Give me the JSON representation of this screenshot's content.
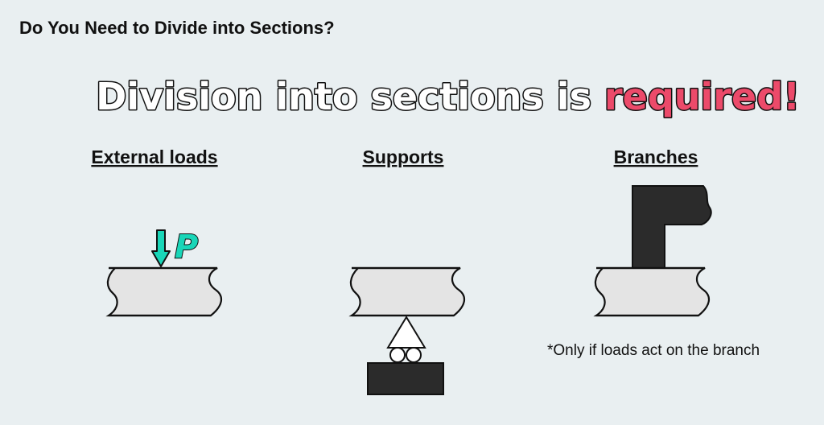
{
  "header": {
    "title": "Do You Need to Divide into Sections?"
  },
  "headline": {
    "prefix": "Division into sections is ",
    "emphasis": "required!"
  },
  "sections": {
    "external_loads": {
      "label": "External loads",
      "load_symbol": "P"
    },
    "supports": {
      "label": "Supports"
    },
    "branches": {
      "label": "Branches",
      "note": "*Only if loads act on the branch"
    }
  },
  "colors": {
    "background": "#e9eff1",
    "accent": "#ec4a6a",
    "load_arrow": "#19d6b8",
    "beam": "#e4e4e4",
    "dark_block": "#2b2b2b"
  }
}
